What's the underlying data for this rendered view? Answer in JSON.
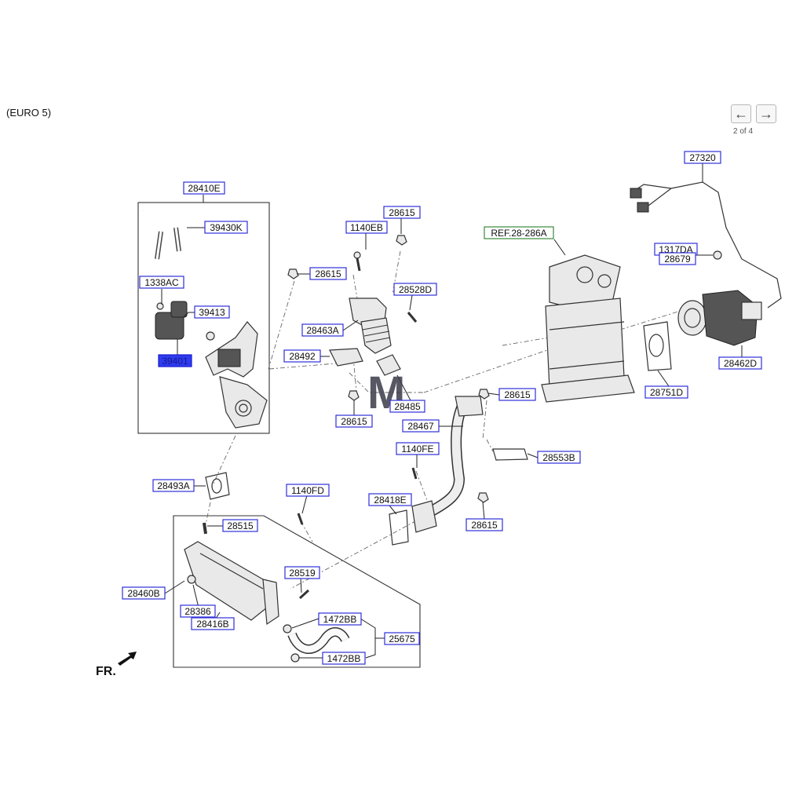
{
  "header": {
    "variant": "(EURO 5)",
    "page_indicator": "2 of 4",
    "prev_icon": "arrow-left-icon",
    "next_icon": "arrow-right-icon"
  },
  "orientation_label": "FR.",
  "watermark": "M",
  "colors": {
    "label_border": "#2f2fd8",
    "reference_border": "#3a8a3a",
    "selected_fill": "#2e3cf0"
  },
  "parts": [
    {
      "id": "p-28410E",
      "text": "28410E"
    },
    {
      "id": "p-39430K",
      "text": "39430K"
    },
    {
      "id": "p-1338AC",
      "text": "1338AC"
    },
    {
      "id": "p-39413",
      "text": "39413"
    },
    {
      "id": "p-39401",
      "text": "39401",
      "selected": true
    },
    {
      "id": "p-28615a",
      "text": "28615"
    },
    {
      "id": "p-1140EB",
      "text": "1140EB"
    },
    {
      "id": "p-28615b",
      "text": "28615"
    },
    {
      "id": "p-28528D",
      "text": "28528D"
    },
    {
      "id": "p-28463A",
      "text": "28463A"
    },
    {
      "id": "p-28492",
      "text": "28492"
    },
    {
      "id": "p-28485",
      "text": "28485"
    },
    {
      "id": "p-28615c",
      "text": "28615"
    },
    {
      "id": "p-REF",
      "text": "REF.28-286A",
      "reference": true
    },
    {
      "id": "p-27320",
      "text": "27320"
    },
    {
      "id": "p-1317DA",
      "text": "1317DA"
    },
    {
      "id": "p-28679",
      "text": "28679"
    },
    {
      "id": "p-28462D",
      "text": "28462D"
    },
    {
      "id": "p-28751D",
      "text": "28751D"
    },
    {
      "id": "p-28615d",
      "text": "28615"
    },
    {
      "id": "p-28467",
      "text": "28467"
    },
    {
      "id": "p-1140FE",
      "text": "1140FE"
    },
    {
      "id": "p-28553B",
      "text": "28553B"
    },
    {
      "id": "p-28493A",
      "text": "28493A"
    },
    {
      "id": "p-1140FD",
      "text": "1140FD"
    },
    {
      "id": "p-28418E",
      "text": "28418E"
    },
    {
      "id": "p-28615e",
      "text": "28615"
    },
    {
      "id": "p-28515",
      "text": "28515"
    },
    {
      "id": "p-28460B",
      "text": "28460B"
    },
    {
      "id": "p-28519",
      "text": "28519"
    },
    {
      "id": "p-28386",
      "text": "28386"
    },
    {
      "id": "p-28416B",
      "text": "28416B"
    },
    {
      "id": "p-1472BBa",
      "text": "1472BB"
    },
    {
      "id": "p-25675",
      "text": "25675"
    },
    {
      "id": "p-1472BBb",
      "text": "1472BB"
    }
  ]
}
